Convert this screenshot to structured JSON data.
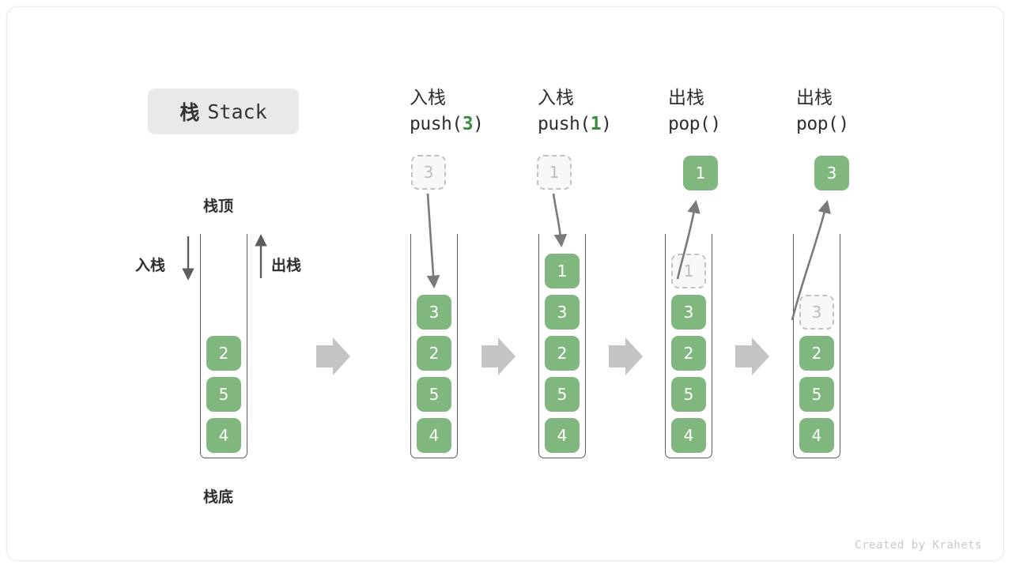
{
  "title": {
    "cn": "栈",
    "en": "Stack"
  },
  "labels": {
    "top": "栈顶",
    "bottom": "栈底",
    "push_side": "入栈",
    "pop_side": "出栈"
  },
  "footer": {
    "credit": "Created by Krahets"
  },
  "colors": {
    "cell_fill": "#7fb77e",
    "cell_text": "#ffffff",
    "ghost_fill": "#f8f8f8",
    "ghost_border": "#c2c2c2",
    "ghost_text": "#bcbcbc",
    "arrow_gray": "#7a7a7a",
    "flow_arrow": "#c4c4c4",
    "container_stroke": "#5d5d5d",
    "badge_bg": "#e9e9e9",
    "code_arg_green": "#3a8a3f"
  },
  "steps": [
    {
      "id": "initial",
      "caption_cn": "",
      "caption_code": "",
      "stack": [
        "2",
        "5",
        "4"
      ],
      "ghost_in_stack": null,
      "floating_cell": null,
      "floating_kind": null
    },
    {
      "id": "push-3",
      "caption_cn": "入栈",
      "caption_code": "push(",
      "caption_arg": "3",
      "caption_code_tail": ")",
      "stack": [
        "3",
        "2",
        "5",
        "4"
      ],
      "ghost_in_stack": null,
      "floating_cell": "3",
      "floating_kind": "ghost",
      "arrow_direction": "down"
    },
    {
      "id": "push-1",
      "caption_cn": "入栈",
      "caption_code": "push(",
      "caption_arg": "1",
      "caption_code_tail": ")",
      "stack": [
        "1",
        "3",
        "2",
        "5",
        "4"
      ],
      "ghost_in_stack": null,
      "floating_cell": "1",
      "floating_kind": "ghost",
      "arrow_direction": "down"
    },
    {
      "id": "pop-1",
      "caption_cn": "出栈",
      "caption_code": "pop(",
      "caption_arg": "",
      "caption_code_tail": ")",
      "stack": [
        "3",
        "2",
        "5",
        "4"
      ],
      "ghost_in_stack": "1",
      "floating_cell": "1",
      "floating_kind": "solid",
      "arrow_direction": "up"
    },
    {
      "id": "pop-3",
      "caption_cn": "出栈",
      "caption_code": "pop(",
      "caption_arg": "",
      "caption_code_tail": ")",
      "stack": [
        "2",
        "5",
        "4"
      ],
      "ghost_in_stack": "3",
      "floating_cell": "3",
      "floating_kind": "solid",
      "arrow_direction": "up"
    }
  ],
  "cells": {
    "col1": [
      "2",
      "5",
      "4"
    ],
    "col2": [
      "3",
      "2",
      "5",
      "4"
    ],
    "col3": [
      "1",
      "3",
      "2",
      "5",
      "4"
    ],
    "col4_ghost": "1",
    "col4": [
      "3",
      "2",
      "5",
      "4"
    ],
    "col5_ghost": "3",
    "col5": [
      "2",
      "5",
      "4"
    ],
    "float2": "3",
    "float3": "1",
    "float4": "1",
    "float5": "3"
  },
  "captions": {
    "c2_cn": "入栈",
    "c2_code_head": "push(",
    "c2_code_arg": "3",
    "c2_code_tail": ")",
    "c3_cn": "入栈",
    "c3_code_head": "push(",
    "c3_code_arg": "1",
    "c3_code_tail": ")",
    "c4_cn": "出栈",
    "c4_code_head": "pop(",
    "c4_code_arg": "",
    "c4_code_tail": ")",
    "c5_cn": "出栈",
    "c5_code_head": "pop(",
    "c5_code_arg": "",
    "c5_code_tail": ")"
  }
}
